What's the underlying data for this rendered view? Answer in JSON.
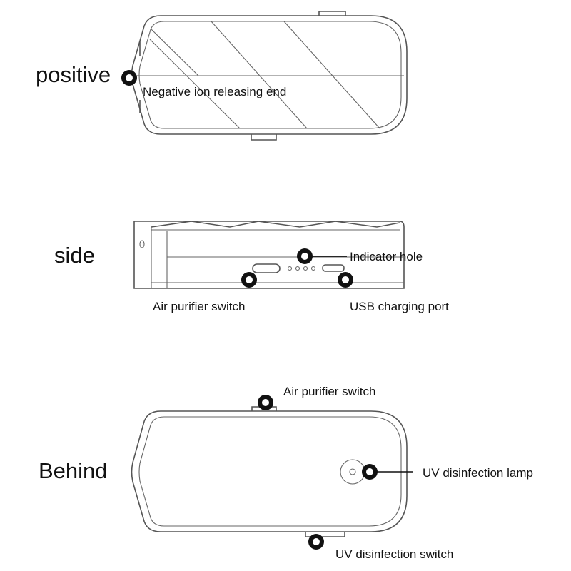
{
  "views": {
    "positive": {
      "label": "positive",
      "callouts": {
        "negative_ion_end": "Negative ion releasing end"
      }
    },
    "side": {
      "label": "side",
      "callouts": {
        "indicator_hole": "Indicator hole",
        "air_purifier_switch": "Air purifier switch",
        "usb_charging_port": "USB charging port"
      }
    },
    "behind": {
      "label": "Behind",
      "callouts": {
        "air_purifier_switch": "Air purifier switch",
        "uv_disinfection_lamp": "UV disinfection lamp",
        "uv_disinfection_switch": "UV disinfection switch"
      }
    }
  },
  "colors": {
    "outline": "#555555",
    "callout_marker": "#111111",
    "background": "#ffffff"
  }
}
